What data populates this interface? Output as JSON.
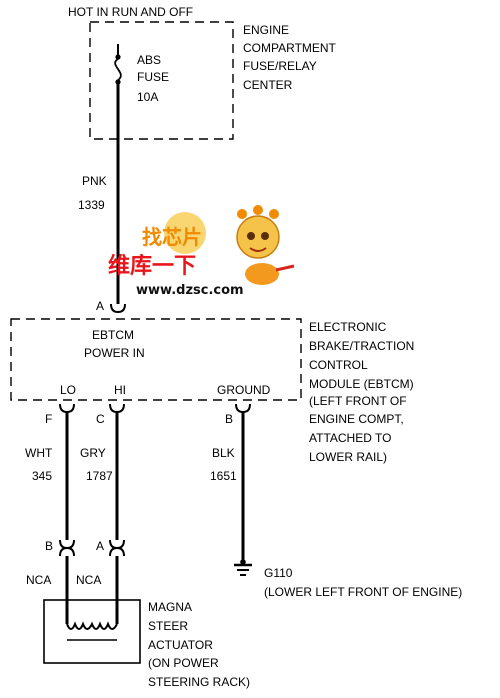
{
  "power_label": "HOT IN RUN AND OFF",
  "fuse_center": {
    "lines": [
      "ENGINE",
      "COMPARTMENT",
      "FUSE/RELAY",
      "CENTER"
    ],
    "fuse_lines": [
      "ABS",
      "FUSE",
      "10A"
    ]
  },
  "watermark": {
    "logo_text": "找芯片",
    "cn_text": "维库一下",
    "url": "www.dzsc.com"
  },
  "wires": {
    "power": {
      "color": "PNK",
      "circuit": "1339",
      "pin": "A"
    },
    "lo": {
      "color": "WHT",
      "circuit": "345",
      "pin": "F",
      "actuator_pin": "B",
      "connector": "NCA"
    },
    "hi": {
      "color": "GRY",
      "circuit": "1787",
      "pin": "C",
      "actuator_pin": "A",
      "connector": "NCA"
    },
    "ground": {
      "color": "BLK",
      "circuit": "1651",
      "pin": "B"
    }
  },
  "ebtcm": {
    "inner_lines": [
      "EBTCM",
      "POWER IN"
    ],
    "pin_labels": {
      "lo": "LO",
      "hi": "HI",
      "ground": "GROUND"
    },
    "desc_lines": [
      "ELECTRONIC",
      "BRAKE/TRACTION",
      "CONTROL",
      "MODULE (EBTCM)",
      "(LEFT FRONT OF",
      "ENGINE COMPT,",
      "ATTACHED TO",
      "LOWER RAIL)"
    ]
  },
  "ground_point": {
    "id": "G110",
    "desc": "(LOWER LEFT FRONT OF ENGINE)"
  },
  "actuator": {
    "lines": [
      "MAGNA",
      "STEER",
      "ACTUATOR",
      "(ON POWER",
      "STEERING RACK)"
    ]
  }
}
